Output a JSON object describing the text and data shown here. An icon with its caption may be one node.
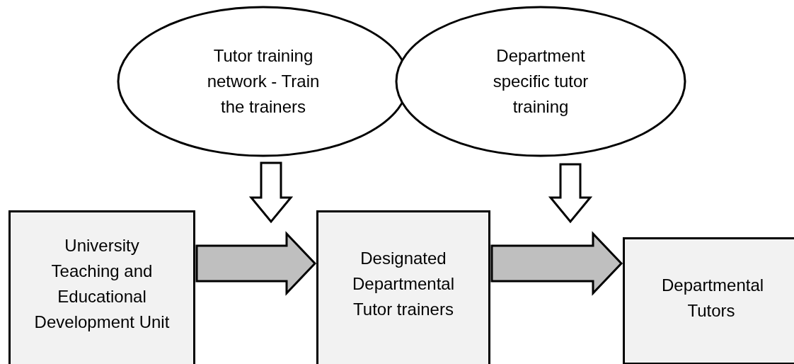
{
  "diagram": {
    "nodes": [
      {
        "text": [
          "Tutor training network - Train the trainers"
        ]
      },
      {
        "text": [
          "Department specific tutor training"
        ]
      },
      {
        "text": [
          "University Teaching and Educational Development Unit"
        ]
      },
      {
        "text": [
          "Designated Departmental Tutor trainers"
        ]
      },
      {
        "text": [
          "Departmental Tutors"
        ]
      }
    ],
    "edges": [
      {
        "from": 0,
        "to": null,
        "arrow": "to",
        "style": "thick"
      },
      {
        "from": 1,
        "to": null,
        "arrow": "to",
        "style": "thick"
      },
      {
        "from": 2,
        "to": 3,
        "arrow": "to",
        "style": "thick",
        "color": "#bfbfbf"
      },
      {
        "from": 3,
        "to": 4,
        "arrow": "to",
        "style": "thick",
        "color": "#bfbfbf"
      }
    ]
  }
}
